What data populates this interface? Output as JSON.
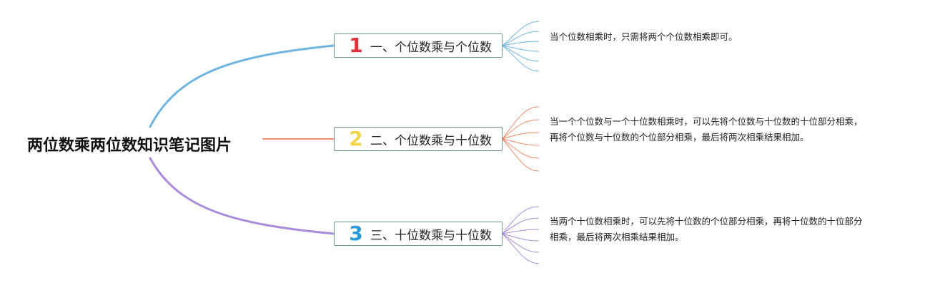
{
  "root": {
    "title": "两位数乘两位数知识笔记图片"
  },
  "branches": [
    {
      "number": "1",
      "label": "一、个位数乘与个位数",
      "color": "#6fb4e0",
      "number_color": "#e0343c",
      "note_lines": [
        "当个位数相乘时，只需将两个个位数相乘即可。"
      ]
    },
    {
      "number": "2",
      "label": "二、个位数乘与十位数",
      "color": "#ee8a66",
      "number_color": "#f2d54a",
      "note_lines": [
        "当一个个位数与一个十位数相乘时，可以先将个位数与十位数的十位部分相乘，",
        "再将个位数与十位数的个位部分相乘，最后将两次相乘结果相加。"
      ]
    },
    {
      "number": "3",
      "label": "三、十位数乘与十位数",
      "color": "#a98bdc",
      "number_color": "#2a9bd8",
      "note_lines": [
        "当两个十位数相乘时，可以先将十位数的个位部分相乘，再将十位数的十位部分",
        "相乘，最后将两次相乘结果相加。"
      ]
    }
  ]
}
